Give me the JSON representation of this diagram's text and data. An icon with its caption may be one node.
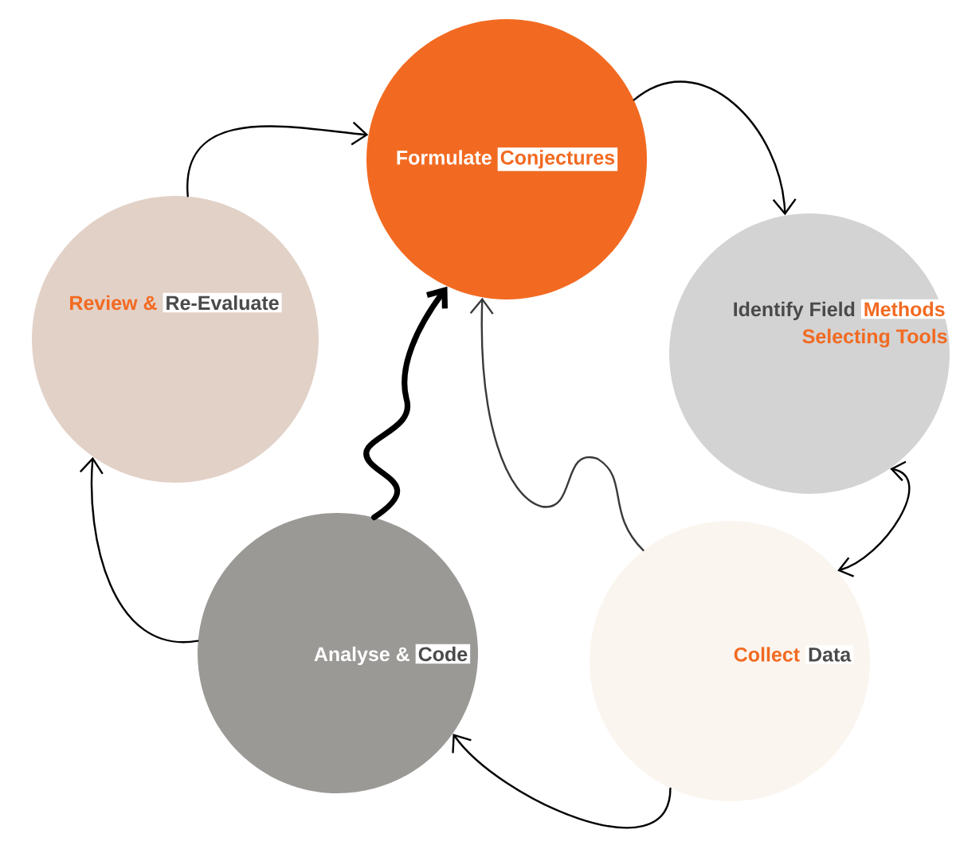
{
  "diagram": {
    "nodes": [
      {
        "text": [
          "Formulate",
          "Conjectures"
        ]
      },
      {
        "text": [
          "Review &",
          "Re-Evaluate"
        ]
      },
      {
        "text": [
          "Identify Field",
          "Methods",
          "Selecting Tools"
        ]
      },
      {
        "text": [
          "Collect",
          "Data"
        ]
      },
      {
        "text": [
          "Analyse &",
          "Code"
        ]
      }
    ],
    "edges": [
      {
        "from": 0,
        "to": 2,
        "arrow": "to"
      },
      {
        "from": 2,
        "to": 3,
        "arrow": "both"
      },
      {
        "from": 3,
        "to": 4,
        "arrow": "to"
      },
      {
        "from": 4,
        "to": 1,
        "arrow": "to"
      },
      {
        "from": 1,
        "to": 0,
        "arrow": "to"
      },
      {
        "from": 4,
        "to": 0,
        "arrow": "to",
        "style": "thick"
      },
      {
        "from": 3,
        "to": 0,
        "arrow": "to",
        "color": "#3a3a3a"
      }
    ]
  }
}
